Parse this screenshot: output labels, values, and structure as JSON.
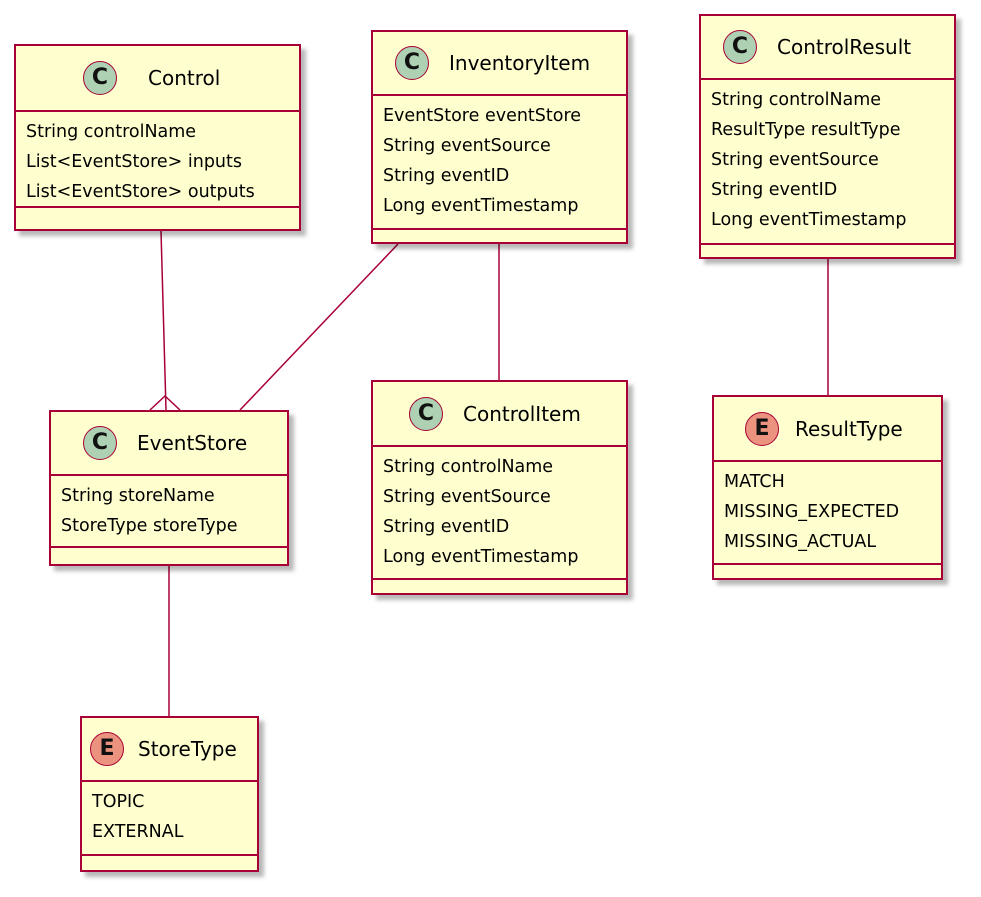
{
  "diagram": {
    "classes": [
      {
        "id": "control",
        "kind": "class",
        "badge": "C",
        "name": "Control",
        "fields": [
          "String controlName",
          "List<EventStore> inputs",
          "List<EventStore> outputs"
        ]
      },
      {
        "id": "inventory-item",
        "kind": "class",
        "badge": "C",
        "name": "InventoryItem",
        "fields": [
          "EventStore eventStore",
          "String eventSource",
          "String eventID",
          "Long eventTimestamp"
        ]
      },
      {
        "id": "control-result",
        "kind": "class",
        "badge": "C",
        "name": "ControlResult",
        "fields": [
          "String controlName",
          "ResultType resultType",
          "String eventSource",
          "String eventID",
          "Long eventTimestamp"
        ]
      },
      {
        "id": "event-store",
        "kind": "class",
        "badge": "C",
        "name": "EventStore",
        "fields": [
          "String storeName",
          "StoreType storeType"
        ]
      },
      {
        "id": "control-item",
        "kind": "class",
        "badge": "C",
        "name": "ControlItem",
        "fields": [
          "String controlName",
          "String eventSource",
          "String eventID",
          "Long eventTimestamp"
        ]
      },
      {
        "id": "result-type",
        "kind": "enum",
        "badge": "E",
        "name": "ResultType",
        "fields": [
          "MATCH",
          "MISSING_EXPECTED",
          "MISSING_ACTUAL"
        ]
      },
      {
        "id": "store-type",
        "kind": "enum",
        "badge": "E",
        "name": "StoreType",
        "fields": [
          "TOPIC",
          "EXTERNAL"
        ]
      }
    ],
    "relations": [
      {
        "from": "control",
        "to": "event-store",
        "type": "one-to-many"
      },
      {
        "from": "inventory-item",
        "to": "event-store",
        "type": "association"
      },
      {
        "from": "inventory-item",
        "to": "control-item",
        "type": "association"
      },
      {
        "from": "control-result",
        "to": "result-type",
        "type": "association"
      },
      {
        "from": "event-store",
        "to": "store-type",
        "type": "association"
      }
    ],
    "colors": {
      "box_fill": "#FEFECE",
      "border": "#A80036",
      "class_badge": "#ADD1B2",
      "enum_badge": "#EB937F"
    }
  }
}
